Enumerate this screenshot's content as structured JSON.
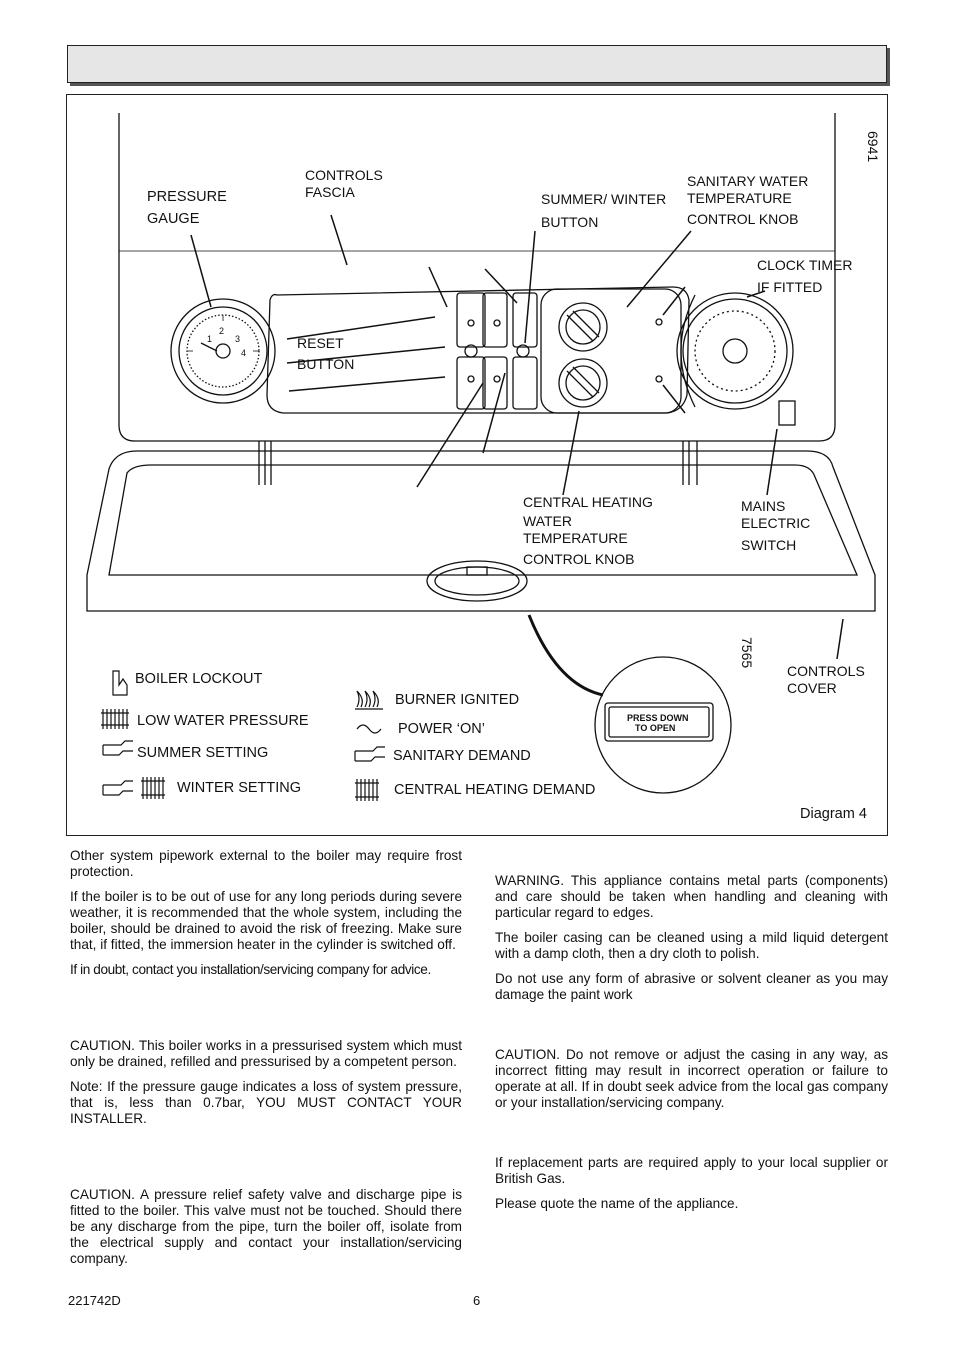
{
  "diagram": {
    "caption": "Diagram 4",
    "code_top": "6941",
    "code_bottom": "7565",
    "labels": {
      "pressure_gauge": [
        "PRESSURE",
        "GAUGE"
      ],
      "controls_fascia": [
        "CONTROLS",
        "FASCIA"
      ],
      "summer_winter_button": [
        "SUMMER/ WINTER",
        "BUTTON"
      ],
      "sanitary_water_knob": [
        "SANITARY WATER",
        "TEMPERATURE",
        "CONTROL KNOB"
      ],
      "clock_timer": [
        "CLOCK TIMER",
        "IF FITTED"
      ],
      "reset_button": [
        "RESET",
        "BUTTON"
      ],
      "ch_water_knob": [
        "CENTRAL HEATING",
        "WATER",
        "TEMPERATURE",
        "CONTROL KNOB"
      ],
      "mains_switch": [
        "MAINS",
        "ELECTRIC",
        "SWITCH"
      ],
      "controls_cover": [
        "CONTROLS",
        "COVER"
      ],
      "press_down": [
        "PRESS DOWN",
        "TO OPEN"
      ]
    },
    "gauge_numbers": [
      "1",
      "2",
      "3",
      "4"
    ],
    "legend": {
      "boiler_lockout": "BOILER LOCKOUT",
      "low_water_pressure": "LOW WATER PRESSURE",
      "summer_setting": "SUMMER SETTING",
      "winter_setting": "WINTER SETTING",
      "burner_ignited": "BURNER IGNITED",
      "power_on": "POWER ‘ON’",
      "sanitary_demand": "SANITARY DEMAND",
      "central_heating_demand": "CENTRAL HEATING DEMAND"
    }
  },
  "left_column": {
    "p1": "Other system pipework external to the boiler may require frost protection.",
    "p2": "If the boiler is to be out of use for any long periods during severe weather, it is recommended that the whole system, including the boiler, should be drained to avoid the risk of freezing.  Make sure that, if fitted, the immersion heater in the cylinder is switched off.",
    "p3": "If in doubt, contact you installation/servicing company for advice.",
    "p4": "CAUTION.  This boiler works in a pressurised system which must only be drained, refilled and pressurised by a competent person.",
    "p5": "Note: If the pressure gauge indicates a loss of system pressure, that is, less than 0.7bar, YOU MUST CONTACT YOUR INSTALLER.",
    "p6": "CAUTION.  A pressure relief safety valve and discharge pipe is fitted to the boiler.  This valve must not be touched.  Should there be any discharge from the pipe, turn the boiler off, isolate from the electrical supply and contact your installation/servicing company."
  },
  "right_column": {
    "p1": "WARNING.  This appliance contains metal parts (components) and care should be taken when handling and cleaning with particular regard to edges.",
    "p2": "The boiler casing can be cleaned using a mild liquid detergent with a damp cloth, then a dry cloth to polish.",
    "p3": "Do not use any form of abrasive or solvent cleaner as you may damage the paint work",
    "p4": "CAUTION.  Do not remove or adjust the casing in any way, as incorrect fitting may result in incorrect operation or failure to operate at all.  If in doubt seek advice from the local gas company or your installation/servicing company.",
    "p5": "If replacement parts are required apply to your local supplier or British Gas.",
    "p6": "Please quote the name of the appliance."
  },
  "footer": {
    "doc_code": "221742D",
    "page_number": "6"
  }
}
